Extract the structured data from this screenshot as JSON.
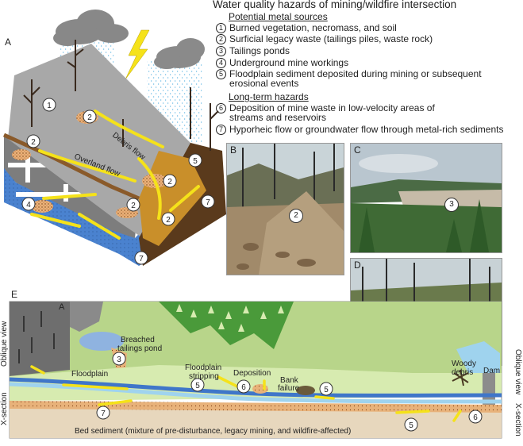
{
  "title": "Water quality hazards of mining/wildfire intersection",
  "sections": {
    "sources": "Potential metal sources",
    "hazards": "Long-term hazards"
  },
  "legend": [
    {
      "num": "1",
      "text": "Burned vegetation, necromass, and soil"
    },
    {
      "num": "2",
      "text": "Surficial legacy waste (tailings piles, waste rock)"
    },
    {
      "num": "3",
      "text": "Tailings ponds"
    },
    {
      "num": "4",
      "text": "Underground mine workings"
    },
    {
      "num": "5",
      "text": "Floodplain sediment deposited during mining or subsequent",
      "text2": "erosional events"
    },
    {
      "num": "6",
      "text": "Deposition of mine waste in low-velocity areas of",
      "text2": "streams and reservoirs"
    },
    {
      "num": "7",
      "text": "Hyporheic flow or groundwater flow through metal-rich sediments"
    }
  ],
  "panels": {
    "a": "A",
    "b": "B",
    "c": "C",
    "d": "D",
    "e": "E",
    "e_inset": "A"
  },
  "panel_a": {
    "debris_flow": "Debris flow",
    "overland_flow": "Overland flow"
  },
  "panel_e": {
    "breached": "Breached",
    "tailings_pond": "tailings pond",
    "floodplain": "Floodplain",
    "fp_stripping_1": "Floodplain",
    "fp_stripping_2": "stripping",
    "deposition": "Deposition",
    "bank_1": "Bank",
    "bank_2": "failure",
    "woody_1": "Woody",
    "woody_2": "debris",
    "dam": "Dam",
    "bed_sediment": "Bed sediment (mixture of pre-disturbance, legacy mining, and wildfire-affected)",
    "oblique_left": "Oblique view",
    "xsection_left": "X-section",
    "oblique_right": "Oblique view",
    "xsection_right": "X-section"
  },
  "colors": {
    "water": "#3f76c9",
    "sky_blue": "#9fd3ee",
    "floodplain": "#d7ebb0",
    "forest": "#4a9a3a",
    "sediment": "#e8b27a",
    "arrow": "#f5e21a",
    "rock": "#8c8c8c"
  }
}
